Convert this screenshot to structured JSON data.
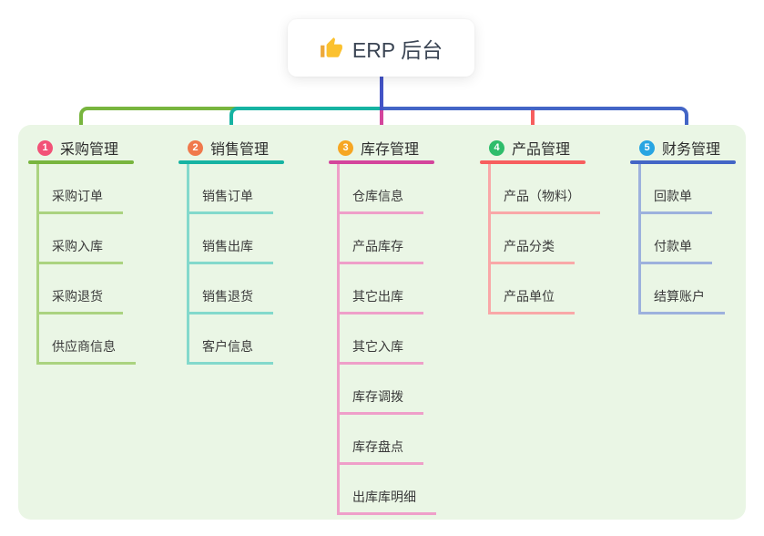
{
  "root": {
    "title": "ERP 后台",
    "icon": "thumbs-up-icon",
    "icon_hand_color": "#fbc12f",
    "icon_cuff_color": "#eda93b"
  },
  "colors": {
    "canvas_bg": "#ffffff",
    "panel_bg": "#eaf6e5",
    "root_line": "#4353c6",
    "root_text": "#3b4554",
    "child_text": "#3a3a3a"
  },
  "branches": [
    {
      "badge": "1",
      "badge_color": "#f25277",
      "label": "采购管理",
      "color": "#78b53e",
      "light_color": "#abd380",
      "children": [
        "采购订单",
        "采购入库",
        "采购退货",
        "供应商信息"
      ]
    },
    {
      "badge": "2",
      "badge_color": "#f0794c",
      "label": "销售管理",
      "color": "#16b3a2",
      "light_color": "#83d9cc",
      "children": [
        "销售订单",
        "销售出库",
        "销售退货",
        "客户信息"
      ]
    },
    {
      "badge": "3",
      "badge_color": "#f6a623",
      "label": "库存管理",
      "color": "#d4459c",
      "light_color": "#ef9fc9",
      "children": [
        "仓库信息",
        "产品库存",
        "其它出库",
        "其它入库",
        "库存调拨",
        "库存盘点",
        "出库库明细"
      ]
    },
    {
      "badge": "4",
      "badge_color": "#2ebd6b",
      "label": "产品管理",
      "color": "#f75e5e",
      "light_color": "#f9a8a8",
      "children": [
        "产品（物料）",
        "产品分类",
        "产品单位"
      ]
    },
    {
      "badge": "5",
      "badge_color": "#27a5e2",
      "label": "财务管理",
      "color": "#4365c6",
      "light_color": "#9db1dd",
      "children": [
        "回款单",
        "付款单",
        "结算账户"
      ]
    }
  ]
}
